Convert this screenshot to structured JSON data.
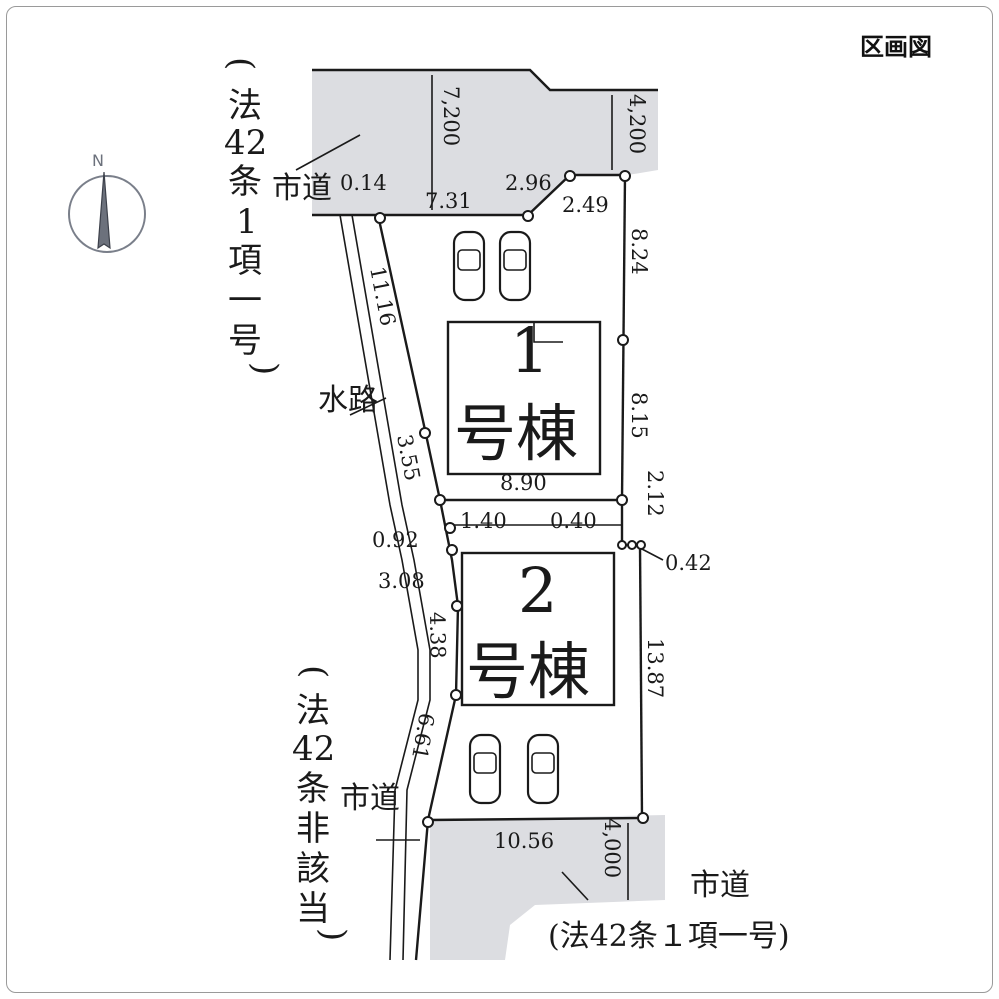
{
  "title": "区画図",
  "compass_label": "N",
  "lot1": {
    "number": "1",
    "label": "号棟"
  },
  "lot2": {
    "number": "2",
    "label": "号棟"
  },
  "roads": {
    "top_left": {
      "name": "市道",
      "law": [
        "(",
        "法",
        "42",
        "条",
        "1",
        "項",
        "一",
        "号",
        ")"
      ]
    },
    "bottom_left": {
      "name": "市道",
      "law": [
        "(",
        "法",
        "42",
        "条",
        "非",
        "該",
        "当",
        ")"
      ]
    },
    "bottom_right": {
      "name": "市道",
      "law": "(法42条１項一号)"
    }
  },
  "waterway": "水路",
  "dimensions": {
    "top_depth_left": "7,200",
    "top_depth_right": "4,200",
    "bottom_depth": "4,000",
    "d_0_14": "0.14",
    "d_7_31": "7.31",
    "d_2_96": "2.96",
    "d_2_49": "2.49",
    "d_8_24": "8.24",
    "d_8_15": "8.15",
    "d_11_16": "11.16",
    "d_3_55": "3.55",
    "d_8_90": "8.90",
    "d_2_12": "2.12",
    "d_1_40": "1.40",
    "d_0_40": "0.40",
    "d_0_92": "0.92",
    "d_0_42": "0.42",
    "d_3_08": "3.08",
    "d_4_38": "4.38",
    "d_13_87": "13.87",
    "d_6_61": "6.61",
    "d_10_56": "10.56"
  }
}
